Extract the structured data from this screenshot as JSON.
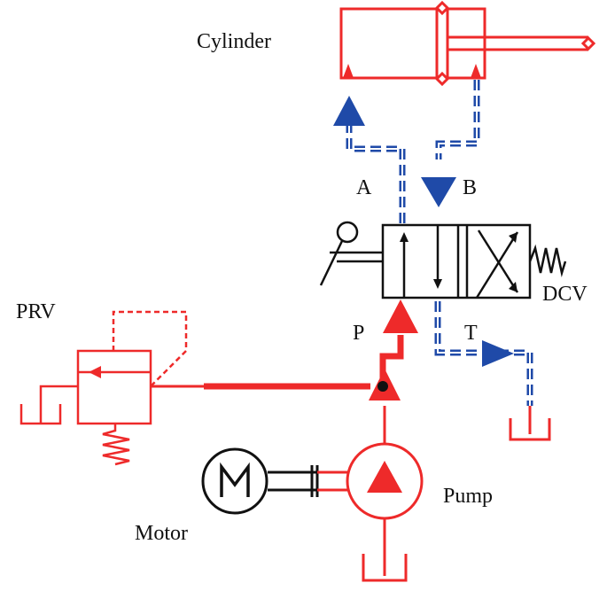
{
  "labels": {
    "cylinder": "Cylinder",
    "port_a": "A",
    "port_b": "B",
    "dcv": "DCV",
    "prv": "PRV",
    "port_p": "P",
    "port_t": "T",
    "pump": "Pump",
    "motor": "Motor"
  },
  "colors": {
    "pressure_line": "#ee2a2a",
    "flow_line": "#1f4aa8",
    "component_stroke": "#111111"
  }
}
